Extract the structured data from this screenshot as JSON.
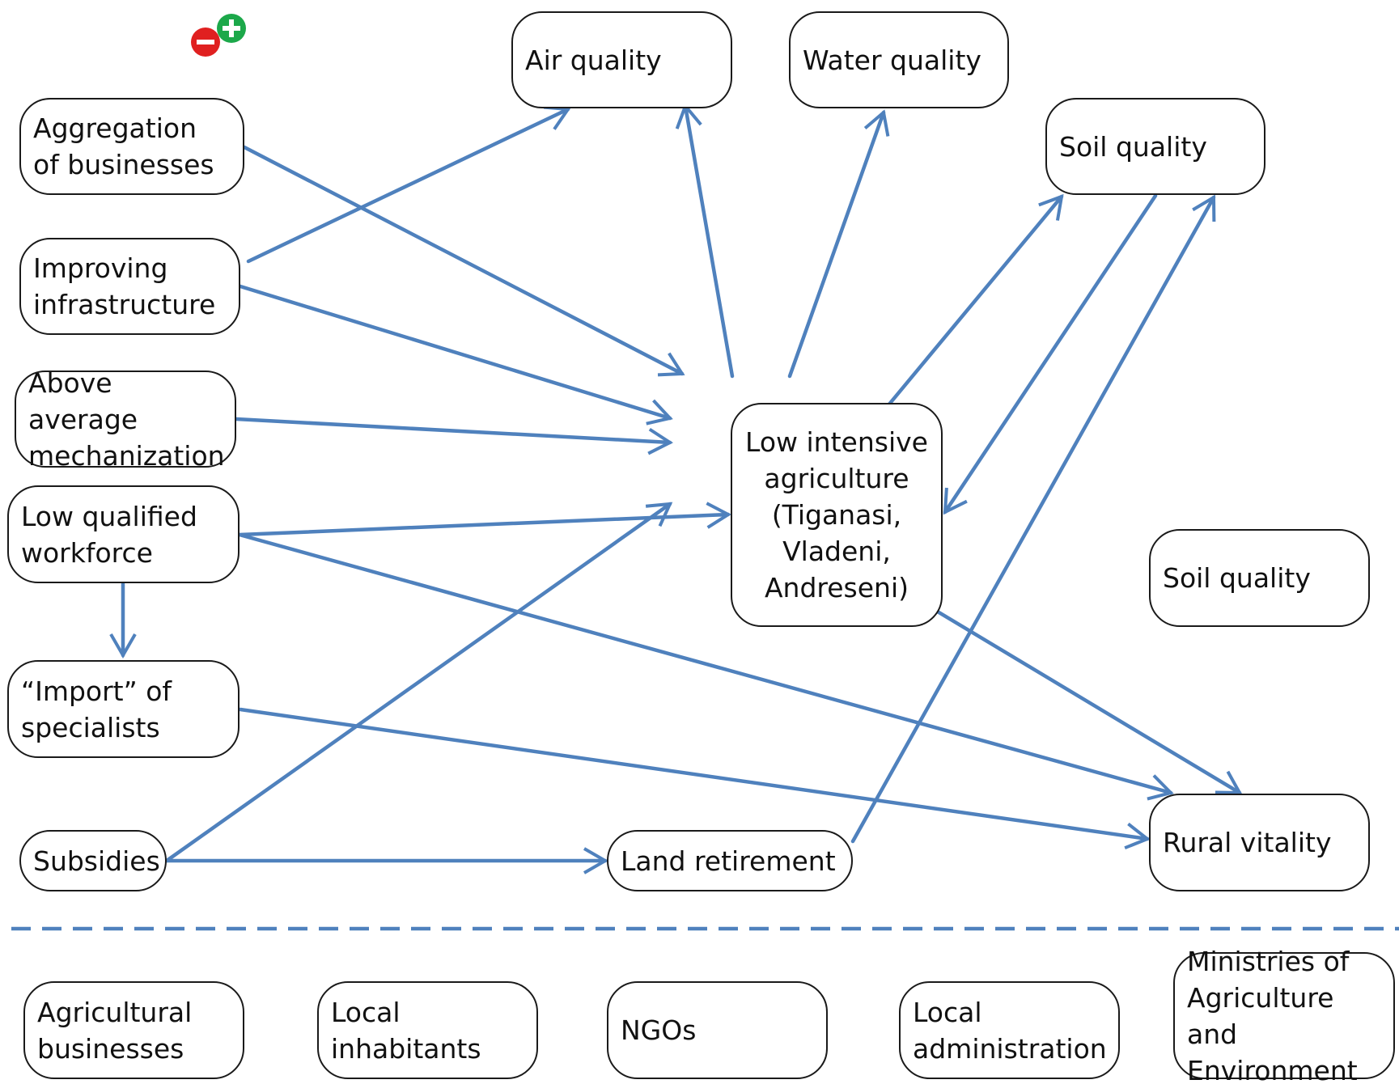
{
  "colors": {
    "edge": "#4F81BD",
    "node_border": "#1a1a1a",
    "legend_minus": "#E02020",
    "legend_plus": "#1CA84A"
  },
  "legend": {
    "minus_icon": "minus-circle-icon",
    "plus_icon": "plus-circle-icon",
    "minus_symbol": "−",
    "plus_symbol": "+"
  },
  "nodes": {
    "air_quality": "Air quality",
    "water_quality": "Water quality",
    "soil_quality_top": "Soil quality",
    "soil_quality_right": "Soil quality",
    "aggregation": "Aggregation\nof businesses",
    "improving_infrastructure": "Improving\ninfrastructure",
    "above_average": "Above average\nmechanization",
    "low_qualified": "Low qualified\nworkforce",
    "import_specialists": "“Import” of\nspecialists",
    "subsidies": "Subsidies",
    "land_retirement": "Land retirement",
    "low_intensive": "Low intensive\nagriculture\n(Tiganasi,\nVladeni,\nAndreseni)",
    "rural_vitality": "Rural vitality"
  },
  "stakeholders": {
    "agricultural_businesses": "Agricultural\nbusinesses",
    "local_inhabitants": "Local\ninhabitants",
    "ngos": "NGOs",
    "local_administration": "Local\nadministration",
    "ministries": "Ministries of\nAgriculture and\nEnvironment"
  }
}
